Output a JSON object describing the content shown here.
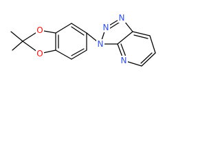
{
  "molecule": {
    "atoms": {
      "o1": {
        "symbol": "O",
        "color": "#ff0d0d"
      },
      "o2": {
        "symbol": "O",
        "color": "#ff0d0d"
      },
      "n1": {
        "symbol": "N",
        "color": "#3050f8"
      },
      "n2": {
        "symbol": "N",
        "color": "#3050f8"
      },
      "n3": {
        "symbol": "N",
        "color": "#3050f8"
      },
      "n4": {
        "symbol": "N",
        "color": "#3050f8"
      }
    },
    "bond_color": "#000000"
  }
}
